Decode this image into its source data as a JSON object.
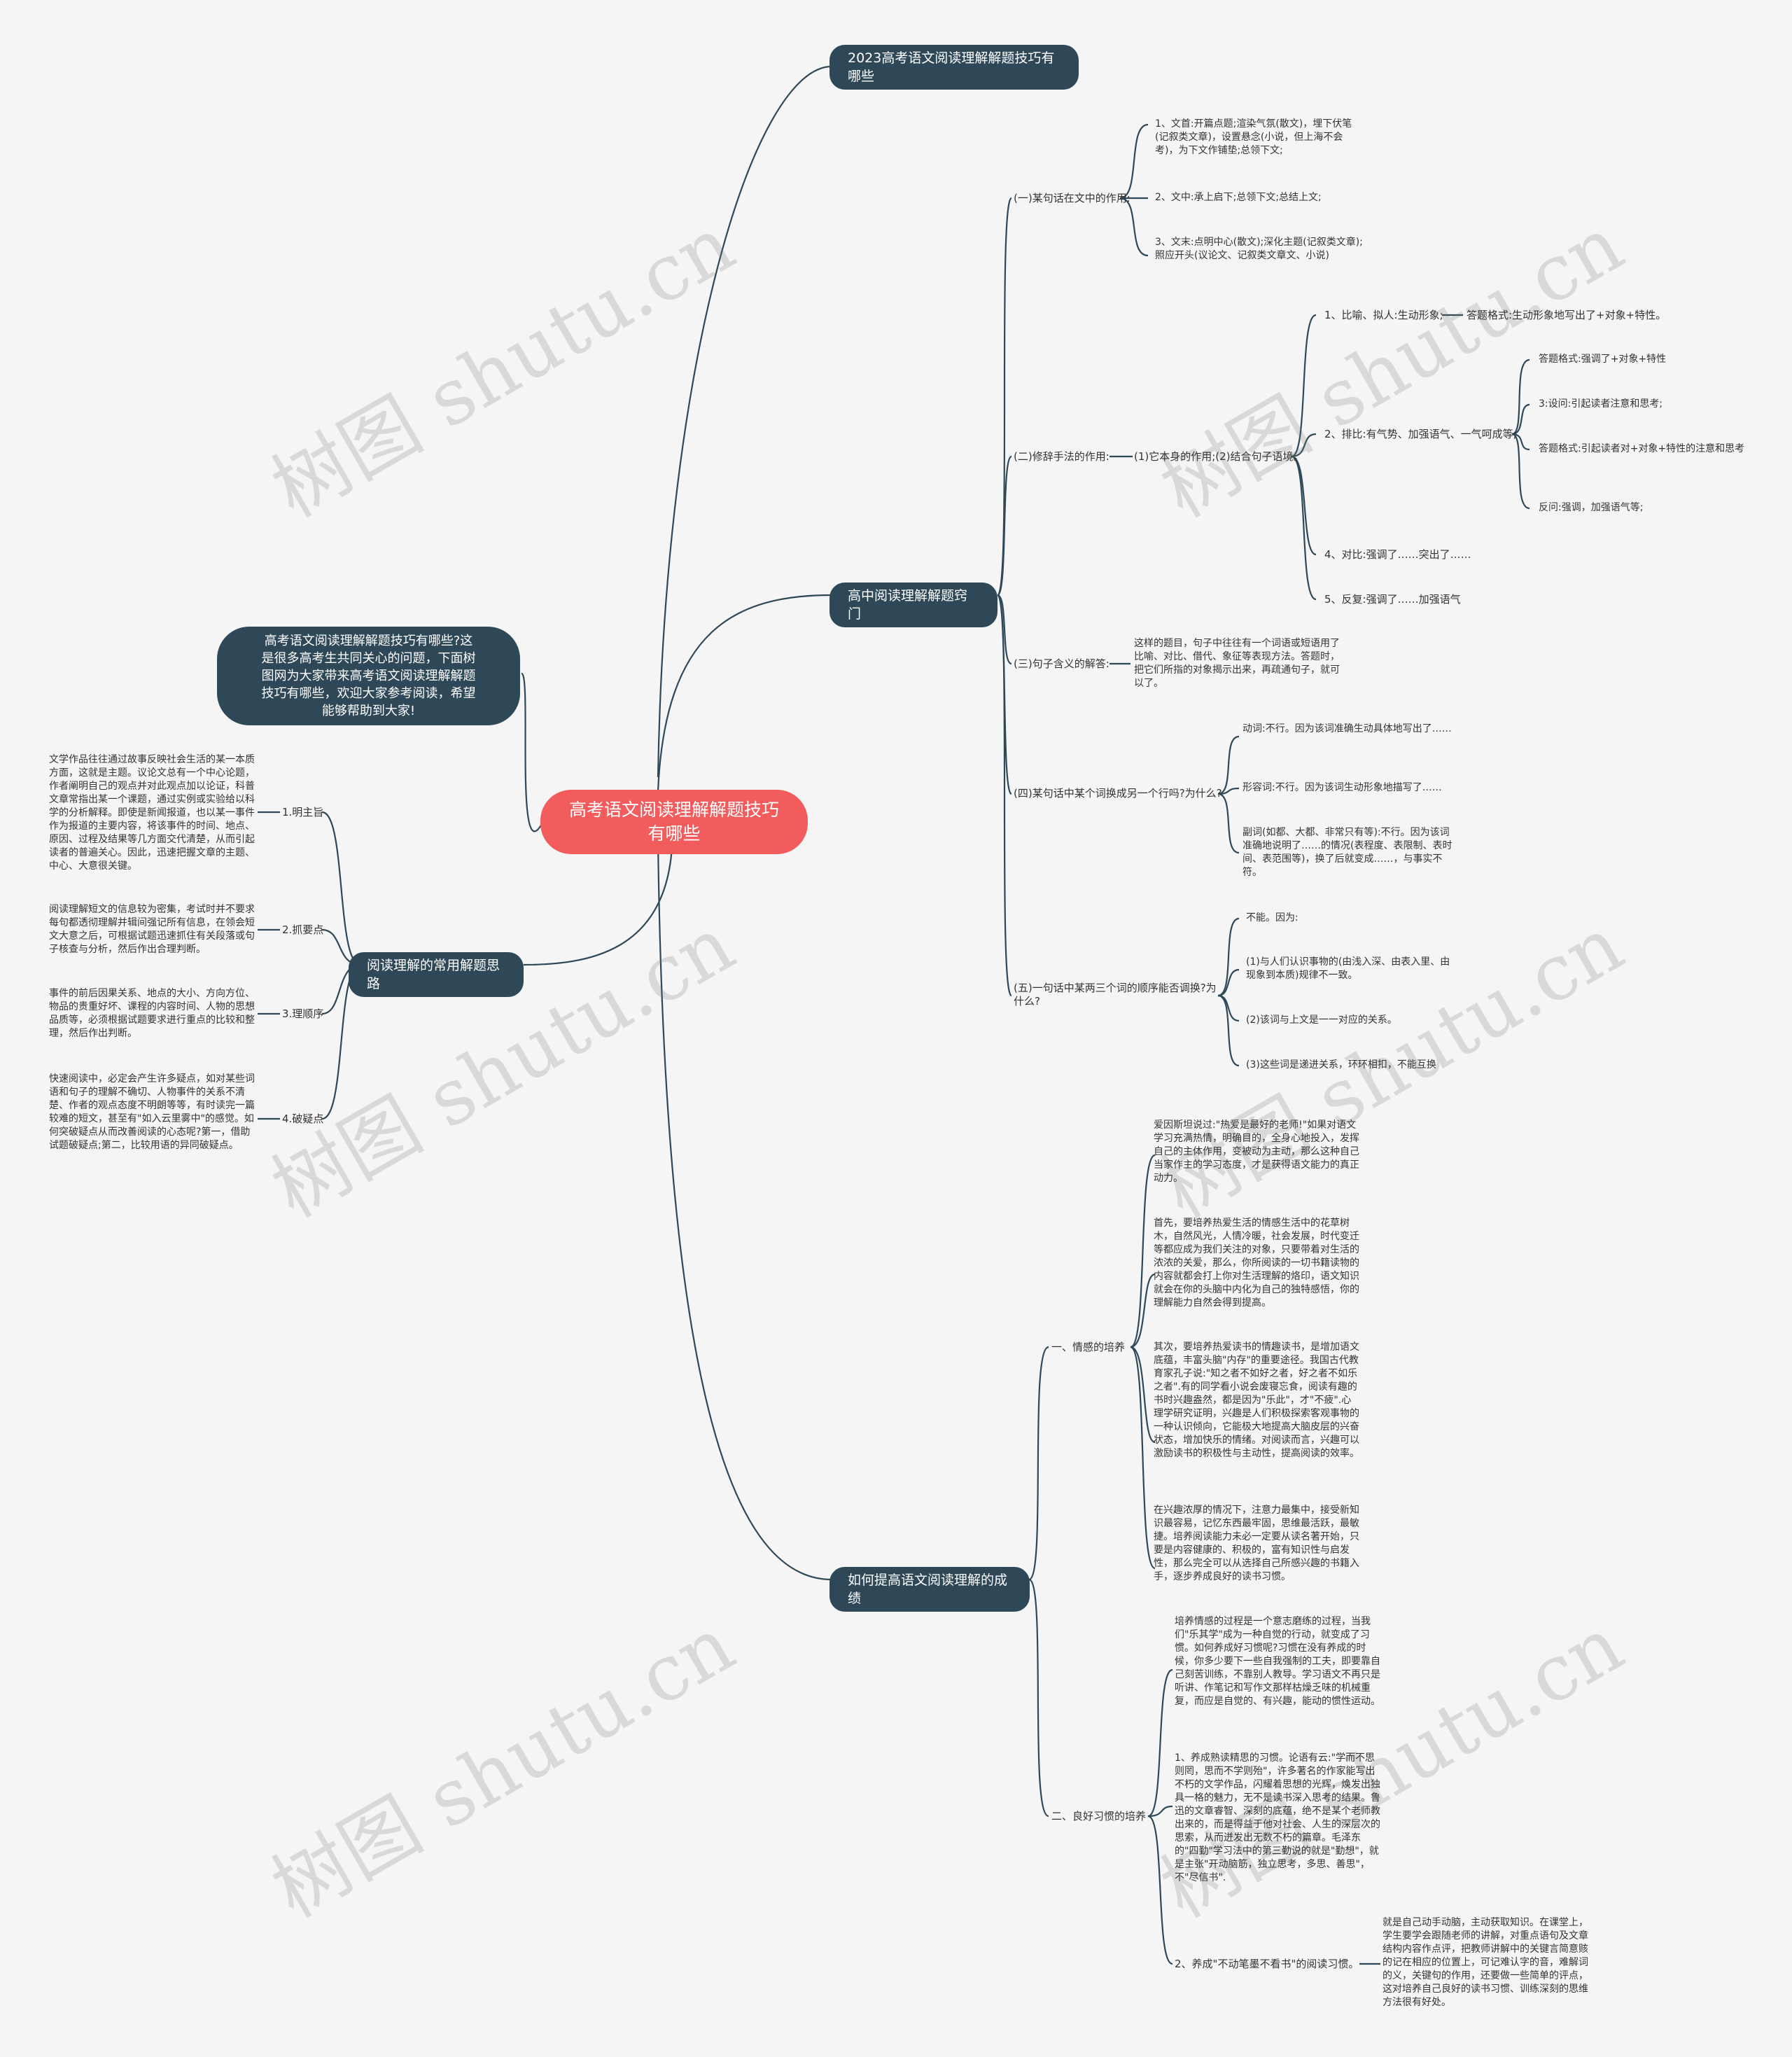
{
  "root": "高考语文阅读理解解题技巧有哪些",
  "intro": "高考语文阅读理解解题技巧有哪些?这是很多高考生共同关心的问题，下面树图网为大家带来高考语文阅读理解解题技巧有哪些，欢迎大家参考阅读，希望能够帮助到大家!",
  "branches": {
    "b1": "2023高考语文阅读理解解题技巧有哪些",
    "b2": "高中阅读理解解题窍门",
    "b3": "阅读理解的常用解题思路",
    "b4": "如何提高语文阅读理解的成绩"
  },
  "b2": {
    "s1": {
      "label": "(一)某句话在文中的作用:",
      "items": [
        "1、文首:开篇点题;渲染气氛(散文)，埋下伏笔(记叙类文章)，设置悬念(小说，但上海不会考)，为下文作铺垫;总领下文;",
        "2、文中:承上启下;总领下文;总结上文;",
        "3、文末:点明中心(散文);深化主题(记叙类文章);照应开头(议论文、记叙类文章文、小说)"
      ]
    },
    "s2": {
      "label": "(二)修辞手法的作用:",
      "mid": "(1)它本身的作用;(2)结合句子语境。",
      "r1": "1、比喻、拟人:生动形象;",
      "r1a": "答题格式:生动形象地写出了+对象+特性。",
      "r2": "2、排比:有气势、加强语气、一气呵成等;",
      "r2items": [
        "答题格式:强调了+对象+特性",
        "3:设问:引起读者注意和思考;",
        "答题格式:引起读者对+对象+特性的注意和思考",
        "反问:强调，加强语气等;"
      ],
      "r3": "4、对比:强调了……突出了……",
      "r4": "5、反复:强调了……加强语气"
    },
    "s3": {
      "label": "(三)句子含义的解答:",
      "text": "这样的题目，句子中往往有一个词语或短语用了比喻、对比、借代、象征等表现方法。答题时，把它们所指的对象揭示出来，再疏通句子，就可以了。"
    },
    "s4": {
      "label": "(四)某句话中某个词换成另一个行吗?为什么?",
      "items": [
        "动词:不行。因为该词准确生动具体地写出了……",
        "形容词:不行。因为该词生动形象地描写了……",
        "副词(如都、大都、非常只有等):不行。因为该词准确地说明了……的情况(表程度、表限制、表时间、表范围等)，换了后就变成……，与事实不符。"
      ]
    },
    "s5": {
      "label": "(五)一句话中某两三个词的顺序能否调换?为什么?",
      "items": [
        "不能。因为:",
        "(1)与人们认识事物的(由浅入深、由表入里、由现象到本质)规律不一致。",
        "(2)该词与上文是一一对应的关系。",
        "(3)这些词是递进关系，环环相扣，不能互换"
      ]
    }
  },
  "b3": {
    "items": [
      {
        "label": "1.明主旨",
        "text": "文学作品往往通过故事反映社会生活的某一本质方面，这就是主题。议论文总有一个中心论题，作者阐明自己的观点并对此观点加以论证，科普文章常指出某一个课题，通过实例或实验给以科学的分析解释。即使是新闻报道，也以某一事件作为报道的主要内容，将该事件的时间、地点、原因、过程及结果等几方面交代清楚，从而引起读者的普遍关心。因此，迅速把握文章的主题、中心、大意很关键。"
      },
      {
        "label": "2.抓要点",
        "text": "阅读理解短文的信息较为密集，考试时并不要求每句都透彻理解并辑间强记所有信息，在领会短文大意之后，可根据试题迅速抓住有关段落或句子核查与分析，然后作出合理判断。"
      },
      {
        "label": "3.理顺序",
        "text": "事件的前后因果关系、地点的大小、方向方位、物品的贵重好坏、课程的内容时间、人物的思想品质等，必须根据试题要求进行重点的比较和整理，然后作出判断。"
      },
      {
        "label": "4.破疑点",
        "text": "快速阅读中，必定会产生许多疑点，如对某些词语和句子的理解不确切、人物事件的关系不清楚、作者的观点态度不明朗等等，有时读完一篇较难的短文，甚至有\"如入云里雾中\"的感觉。如何突破疑点从而改善阅读的心态呢?第一，借助试题破疑点;第二，比较用语的异同破疑点。"
      }
    ]
  },
  "b4": {
    "s1": {
      "label": "一、情感的培养",
      "items": [
        "爱因斯坦说过:\"热爱是最好的老师!\"如果对语文学习充满热情，明确目的，全身心地投入，发挥自己的主体作用，变被动为主动，那么这种自己当家作主的学习态度，才是获得语文能力的真正动力。",
        "首先，要培养热爱生活的情感生活中的花草树木，自然风光，人情冷暖，社会发展，时代变迁等都应成为我们关注的对象，只要带着对生活的浓浓的关爱，那么，你所阅读的一切书籍读物的内容就都会打上你对生活理解的烙印，语文知识就会在你的头脑中内化为自己的独特感悟，你的理解能力自然会得到提高。",
        "其次，要培养热爱读书的情趣读书，是增加语文底蕴，丰富头脑\"内存\"的重要途径。我国古代教育家孔子说:\"知之者不如好之者，好之者不如乐之者\".有的同学看小说会废寝忘食，阅读有趣的书时兴趣盎然，都是因为\"乐此\"，才\"不疲\".心理学研究证明，兴趣是人们积极探索客观事物的一种认识倾向，它能极大地提高大脑皮层的兴奋状态，增加快乐的情绪。对阅读而言，兴趣可以激励读书的积极性与主动性，提高阅读的效率。",
        "在兴趣浓厚的情况下，注意力最集中，接受新知识最容易，记忆东西最牢固，思维最活跃，最敏捷。培养阅读能力未必一定要从读名著开始，只要是内容健康的、积极的，富有知识性与启发性，那么完全可以从选择自己所感兴趣的书籍入手，逐步养成良好的读书习惯。"
      ]
    },
    "s2": {
      "label": "二、良好习惯的培养",
      "items": [
        "培养情感的过程是一个意志磨练的过程，当我们\"乐其学\"成为一种自觉的行动，就变成了习惯。如何养成好习惯呢?习惯在没有养成的时候，你多少要下一些自我强制的工夫，即要靠自己刻苦训练，不靠别人教导。学习语文不再只是听讲、作笔记和写作文那样枯燥乏味的机械重复，而应是自觉的、有兴趣，能动的惯性运动。",
        "1、养成熟读精思的习惯。论语有云:\"学而不思则罔，思而不学则殆\"，许多著名的作家能写出不朽的文学作品，闪耀着思想的光辉，焕发出独具一格的魅力，无不是读书深入思考的结果。鲁迅的文章睿智、深刻的底蕴，绝不是某个老师教出来的，而是得益于他对社会、人生的深层次的思索，从而迸发出无数不朽的篇章。毛泽东的\"四勤\"学习法中的第三勤说的就是\"勤想\"，就是主张\"开动脑筋，独立思考，多思、善思\"，不\"尽信书\"."
      ],
      "last": "2、养成\"不动笔墨不看书\"的阅读习惯。",
      "lastText": "就是自己动手动脑，主动获取知识。在课堂上，学生要学会跟随老师的讲解，对重点语句及文章结构内容作点评，把教师讲解中的关键言简意赅的记在相应的位置上，可记难认字的音，难解词的义，关键句的作用，还要做一些简单的评点，这对培养自己良好的读书习惯、训练深刻的思维方法很有好处。"
    }
  },
  "watermarks": [
    "树图 shutu.cn",
    "树图 shutu.cn",
    "树图 shutu.cn",
    "树图 shutu.cn",
    "树图 shutu.cn",
    "树图 shutu.cn"
  ],
  "colors": {
    "root": "#f25c5c",
    "branch": "#2f4858",
    "line": "#2f4858",
    "background": "#f5f5f5"
  }
}
